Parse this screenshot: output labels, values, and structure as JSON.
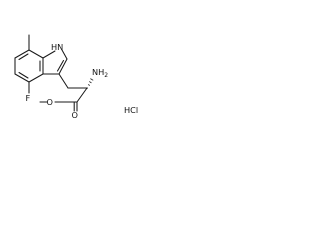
{
  "molecule": {
    "atom_labels": {
      "nh": "HN",
      "fluorine": "F",
      "amine": "NH2",
      "carbonyl_oxygen": "O",
      "ester_oxygen": "O",
      "salt": "HCl"
    },
    "colors": {
      "bond": "#1a1a1a",
      "text": "#111111",
      "background": "#ffffff"
    }
  }
}
